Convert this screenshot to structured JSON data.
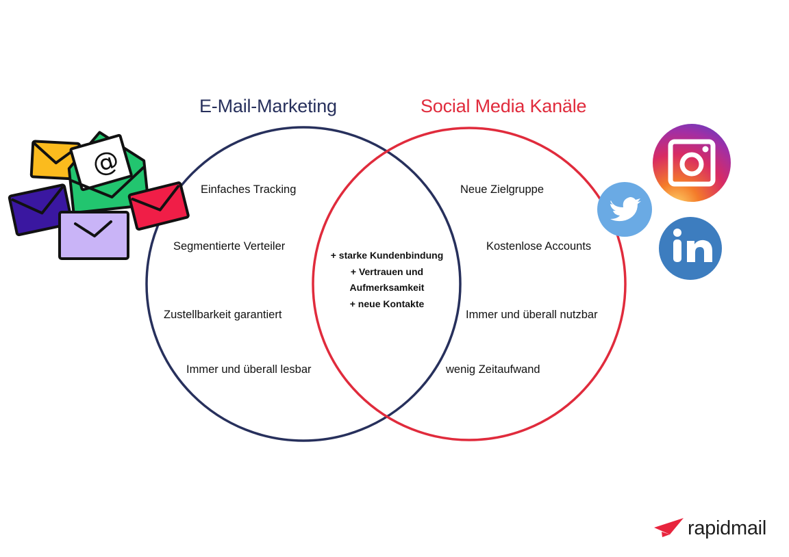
{
  "diagram": {
    "type": "venn",
    "left_set": {
      "title": "E-Mail-Marketing",
      "color": "#27305c",
      "items": [
        "Einfaches Tracking",
        "Segmentierte Verteiler",
        "Zustellbarkeit garantiert",
        "Immer und überall lesbar"
      ]
    },
    "right_set": {
      "title": "Social Media Kanäle",
      "color": "#e02b3c",
      "items": [
        "Neue Zielgruppe",
        "Kostenlose Accounts",
        "Immer und überall nutzbar",
        "wenig Zeitaufwand"
      ]
    },
    "intersection": {
      "lines": [
        "+ starke Kundenbindung",
        "+ Vertrauen und",
        "Aufmerksamkeit",
        "+ neue Kontakte"
      ]
    }
  },
  "illustrations": {
    "left": "email-envelopes-cluster",
    "right": [
      "instagram-icon",
      "twitter-icon",
      "linkedin-icon"
    ]
  },
  "brand": {
    "name": "rapidmail",
    "accent": "#e8243d"
  }
}
